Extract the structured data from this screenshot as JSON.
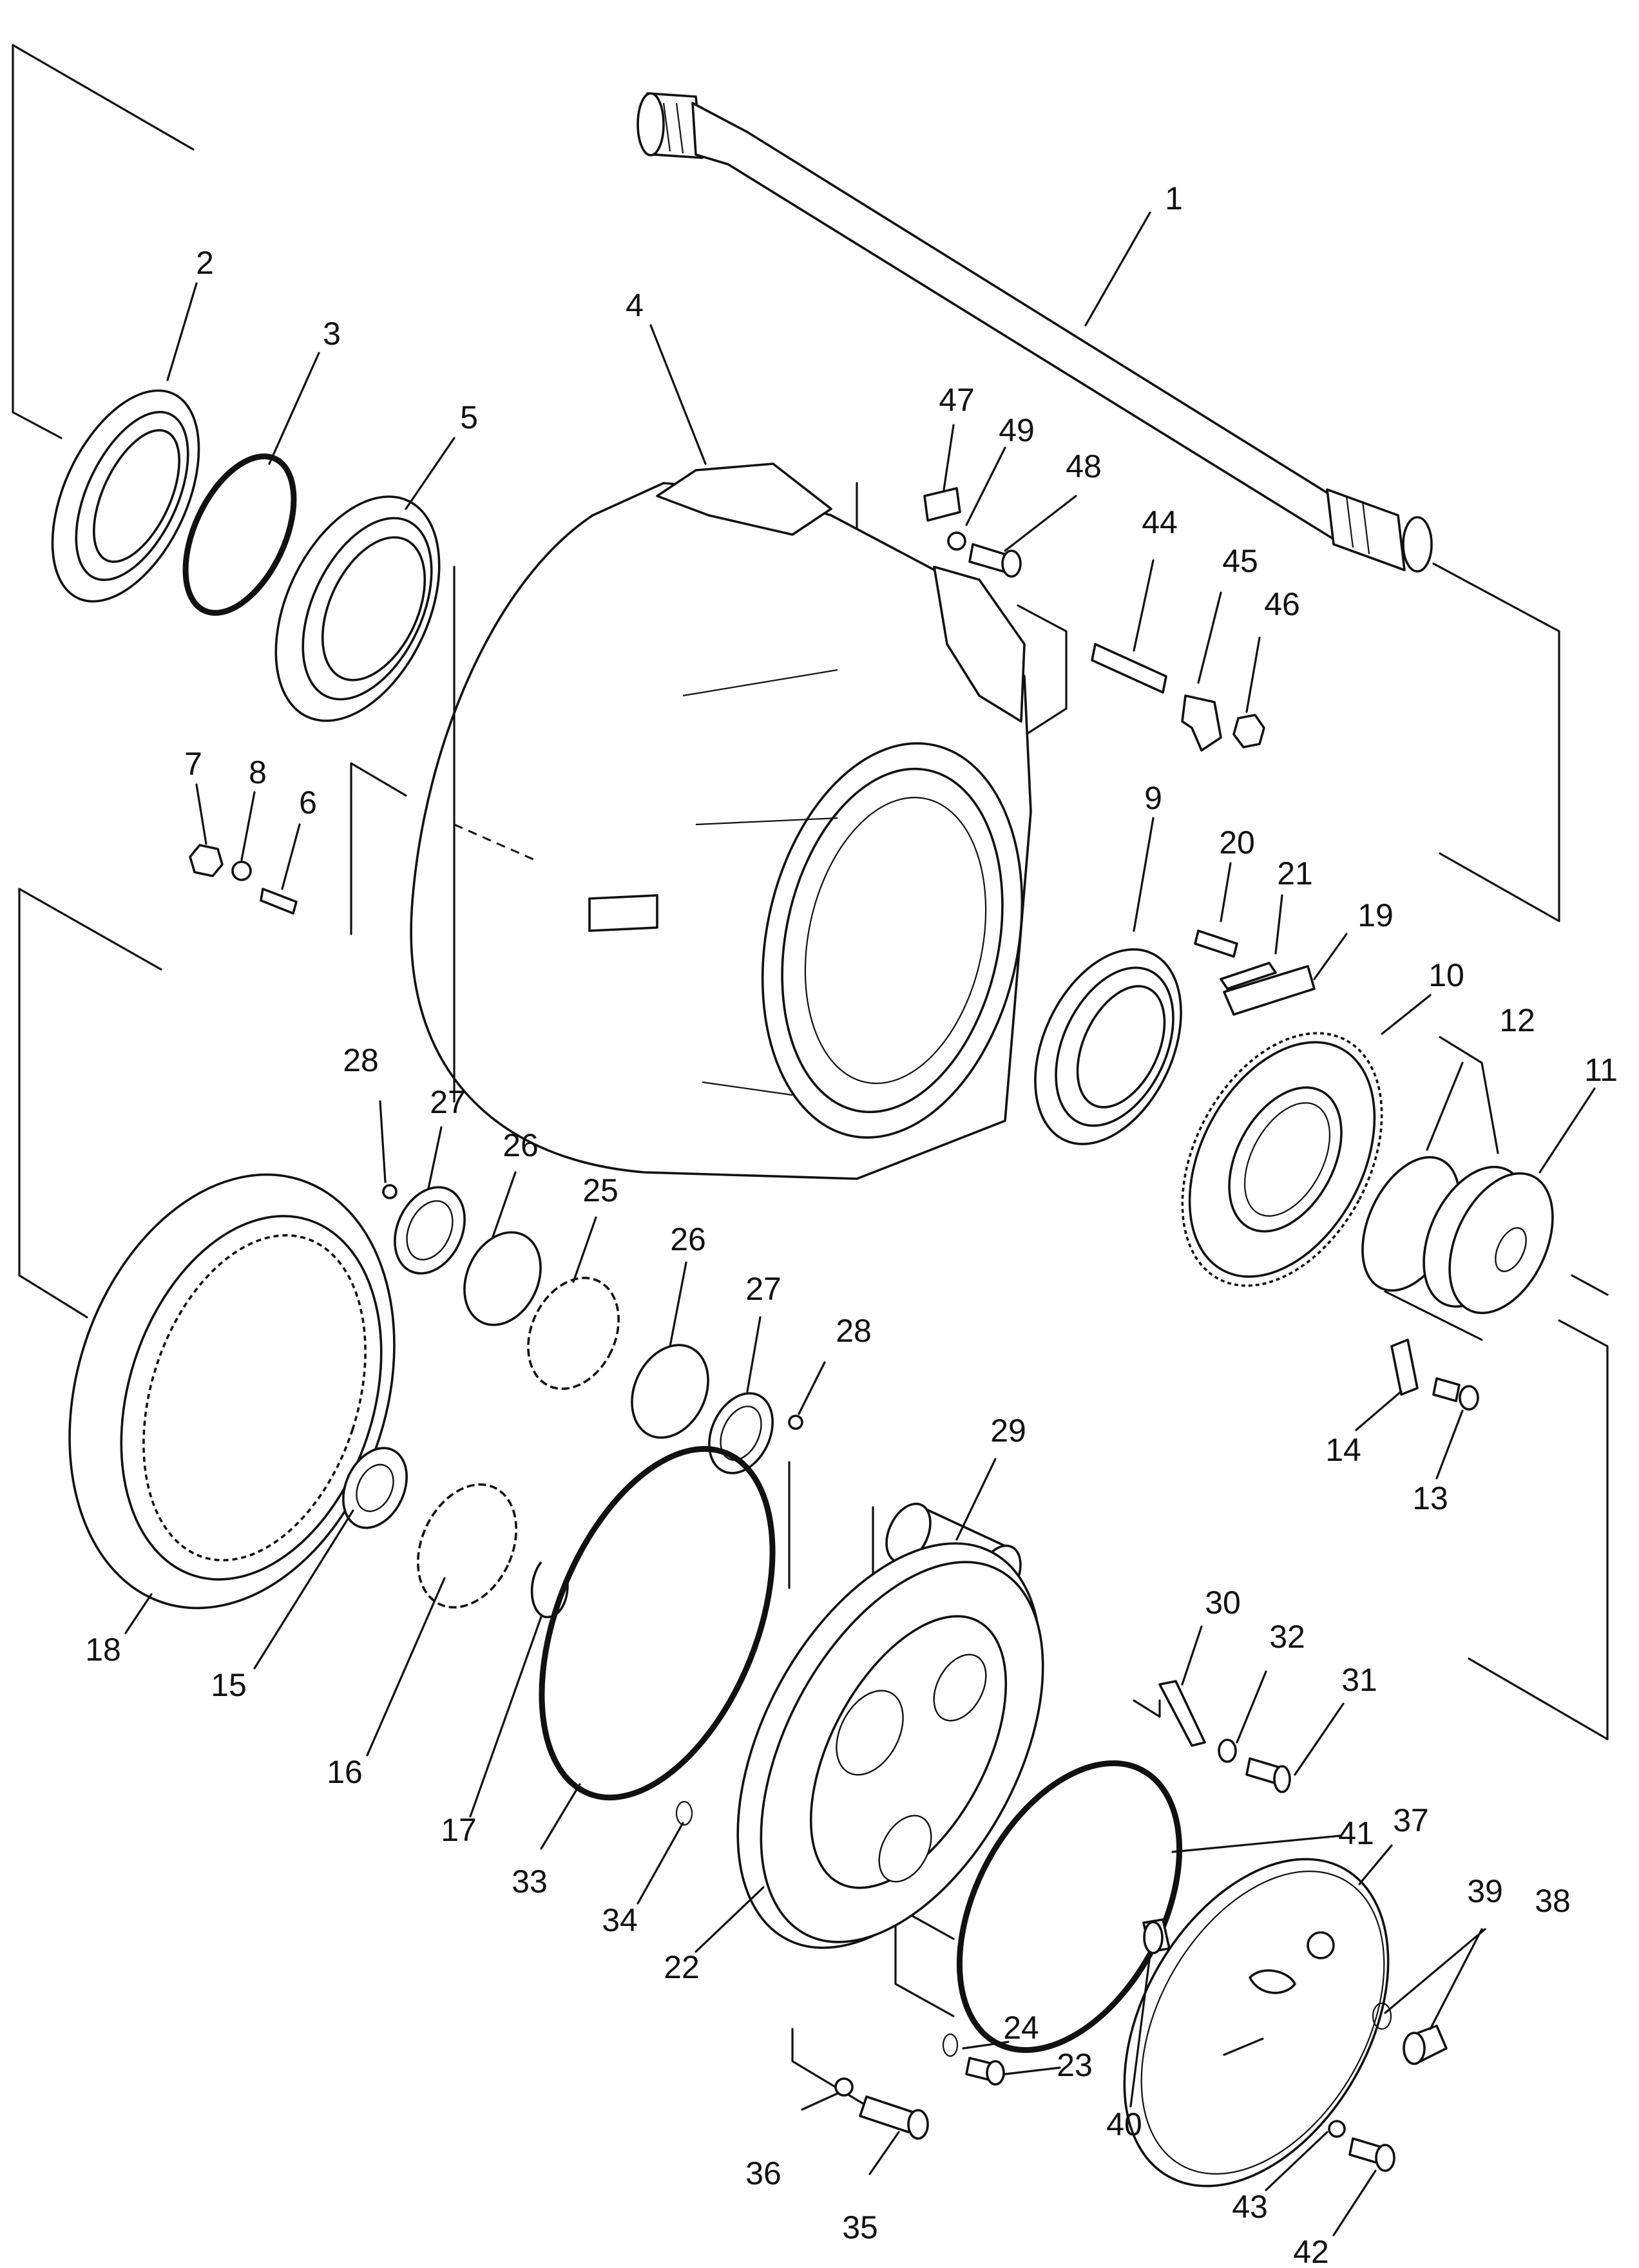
{
  "callouts": [
    "1",
    "2",
    "3",
    "4",
    "5",
    "6",
    "7",
    "8",
    "9",
    "10",
    "11",
    "12",
    "13",
    "14",
    "15",
    "16",
    "17",
    "18",
    "19",
    "20",
    "21",
    "22",
    "23",
    "24",
    "25",
    "26",
    "26",
    "27",
    "27",
    "28",
    "28",
    "29",
    "30",
    "31",
    "32",
    "33",
    "34",
    "35",
    "36",
    "37",
    "38",
    "39",
    "40",
    "41",
    "42",
    "43",
    "44",
    "45",
    "46",
    "47",
    "48",
    "49"
  ]
}
